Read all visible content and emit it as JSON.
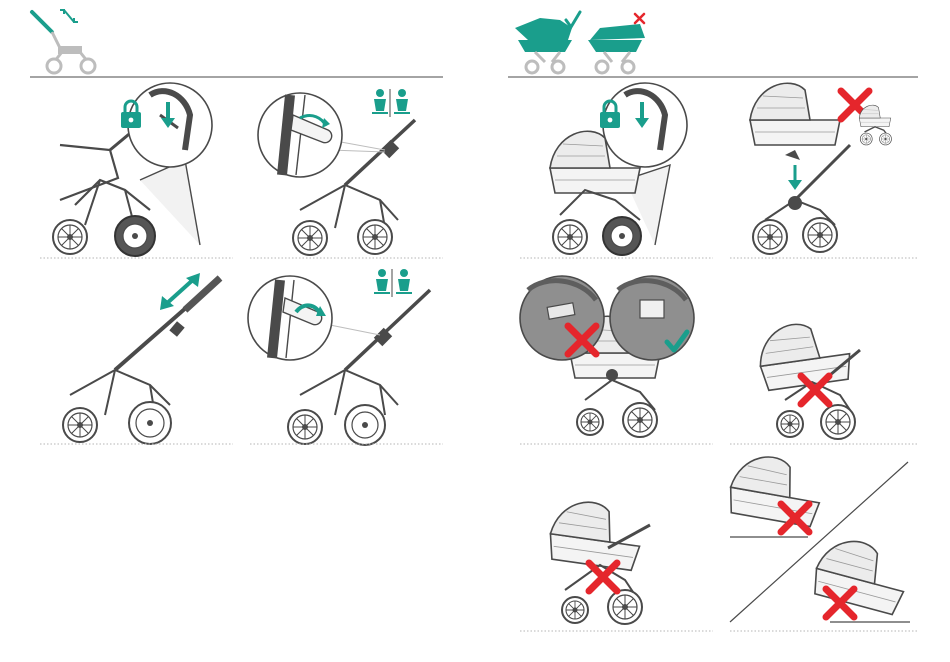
{
  "colors": {
    "accent": "#1a9e8c",
    "warning": "#e5262c",
    "line": "#4a4a4a",
    "light_gray": "#bdbdbd",
    "fill_gray": "#d6d6d6",
    "dotted": "#b5b5b5"
  },
  "left_page": {
    "header_icon": "handlebar-adjust-icon",
    "panels": [
      {
        "id": "L1",
        "illustration": "stroller-with-seat-unit-lock-icon"
      },
      {
        "id": "L2",
        "illustration": "handlebar-reverse-button-icon"
      },
      {
        "id": "L3",
        "illustration": "handlebar-extend-icon"
      },
      {
        "id": "L4",
        "illustration": "handlebar-reverse-press-icon"
      }
    ]
  },
  "right_page": {
    "header_icons": [
      "bassinet-correct-icon",
      "bassinet-wrong-icon"
    ],
    "panels": [
      {
        "id": "R1",
        "illustration": "bassinet-lock-on-chassis-icon"
      },
      {
        "id": "R2",
        "illustration": "bassinet-attach-down-icon"
      },
      {
        "id": "R3",
        "illustration": "bassinet-adapter-check-icon"
      },
      {
        "id": "R4",
        "illustration": "bassinet-wrong-orientation-icon"
      },
      {
        "id": "R5",
        "illustration": "bassinet-tilted-wrong-icon"
      },
      {
        "id": "R6",
        "illustration": "bassinet-slope-wrong-icon"
      }
    ]
  }
}
